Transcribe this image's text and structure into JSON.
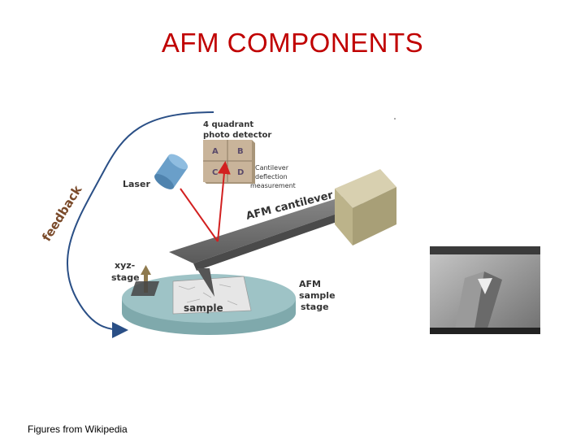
{
  "title": "AFM COMPONENTS",
  "caption": "Figures from Wikipedia",
  "labels": {
    "detector": [
      "4 quadrant",
      "photo detector"
    ],
    "quadrants": [
      "A",
      "B",
      "C",
      "D"
    ],
    "deflection": [
      "Cantilever",
      "deflection",
      "measurement"
    ],
    "laser": "Laser",
    "cantilever": "AFM cantilever",
    "feedback": "feedback",
    "xyz_stage": [
      "xyz-",
      "stage"
    ],
    "sample": "sample",
    "sample_stage": [
      "AFM",
      "sample",
      "stage"
    ]
  },
  "colors": {
    "title": "#c00000",
    "laser_beam": "#d22020",
    "feedback_arrow": "#2a4f86",
    "stage": "#9ec3c6",
    "detector": "#c9b49a",
    "cantilever": "#6f6f6f",
    "laser_body": "#6a9fc9"
  }
}
